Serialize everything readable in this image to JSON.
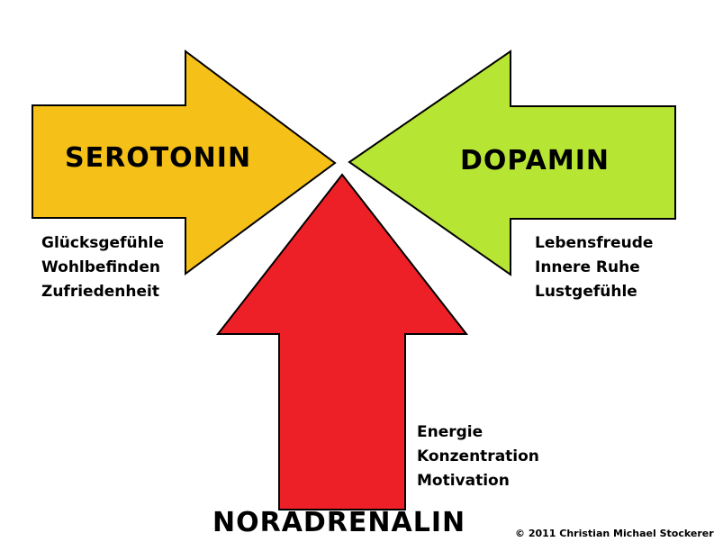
{
  "arrows": {
    "serotonin": {
      "title": "SEROTONIN",
      "color": "#F5C018",
      "benefits": [
        "Glücksgefühle",
        "Wohlbefinden",
        "Zufriedenheit"
      ]
    },
    "dopamin": {
      "title": "DOPAMIN",
      "color": "#B7E534",
      "benefits": [
        "Lebensfreude",
        "Innere Ruhe",
        "Lustgefühle"
      ]
    },
    "noradrenalin": {
      "title": "NORADRENALIN",
      "color": "#EE2027",
      "benefits": [
        "Energie",
        "Konzentration",
        "Motivation"
      ]
    }
  },
  "copyright": "© 2011 Christian Michael Stockerer"
}
